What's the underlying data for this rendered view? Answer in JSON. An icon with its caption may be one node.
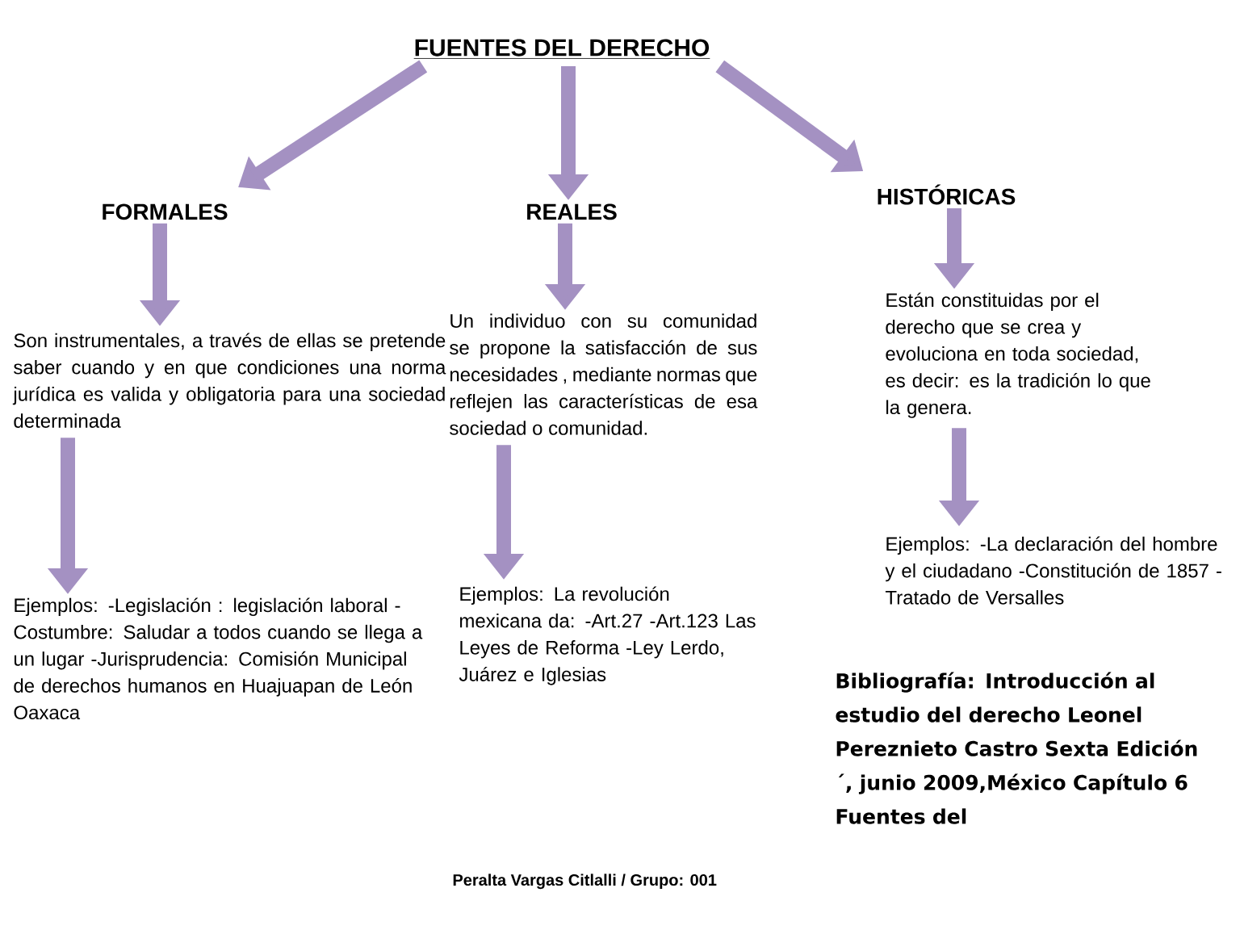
{
  "diagram": {
    "nodes": [
      {
        "text": [
          "FUENTES DEL DERECHO"
        ]
      },
      {
        "text": [
          "FORMALES"
        ]
      },
      {
        "text": [
          "REALES"
        ]
      },
      {
        "text": [
          "HISTÓRICAS"
        ]
      },
      {
        "text": [
          "Son instrumentales, a través de ellas se pretende saber cuando y en que condiciones una norma jurídica es valida y obligatoria para una sociedad determinada"
        ]
      },
      {
        "text": [
          "Ejemplos: -Legislación : legislación laboral -Costumbre: Saludar a todos cuando se llega a un lugar -Jurisprudencia: Comisión Municipal de derechos humanos en Huajuapan de León Oaxaca"
        ]
      },
      {
        "text": [
          "Un individuo con su comunidad se propone la satisfacción de sus necesidades , mediante normas que reflejen las características de esa sociedad o comunidad."
        ]
      },
      {
        "text": [
          "Ejemplos: La revolución mexicana da: -Art.27 -Art.123 Las Leyes de Reforma -Ley Lerdo, Juárez e Iglesias"
        ]
      },
      {
        "text": [
          "Están constituidas por el derecho que se crea y evoluciona en toda sociedad, es decir: es la tradición lo que la genera."
        ]
      },
      {
        "text": [
          "Ejemplos: -La declaración del hombre y el ciudadano -Constitución de 1857 -Tratado de Versalles"
        ]
      }
    ],
    "edges": [
      {
        "from": 0,
        "to": 1,
        "arrow": "to"
      },
      {
        "from": 0,
        "to": 2,
        "arrow": "to"
      },
      {
        "from": 0,
        "to": 3,
        "arrow": "to"
      },
      {
        "from": 1,
        "to": 4,
        "arrow": "to"
      },
      {
        "from": 4,
        "to": 5,
        "arrow": "to"
      },
      {
        "from": 2,
        "to": 6,
        "arrow": "to"
      },
      {
        "from": 6,
        "to": 7,
        "arrow": "to"
      },
      {
        "from": 3,
        "to": 8,
        "arrow": "to"
      },
      {
        "from": 8,
        "to": 9,
        "arrow": "to"
      }
    ],
    "labels": [
      "Bibliografía: Introducción al estudio del derecho Leonel Pereznieto Castro Sexta Edición ´, junio 2009,México Capítulo 6 Fuentes del",
      "Peralta Vargas Citlalli / Grupo: 001"
    ]
  }
}
